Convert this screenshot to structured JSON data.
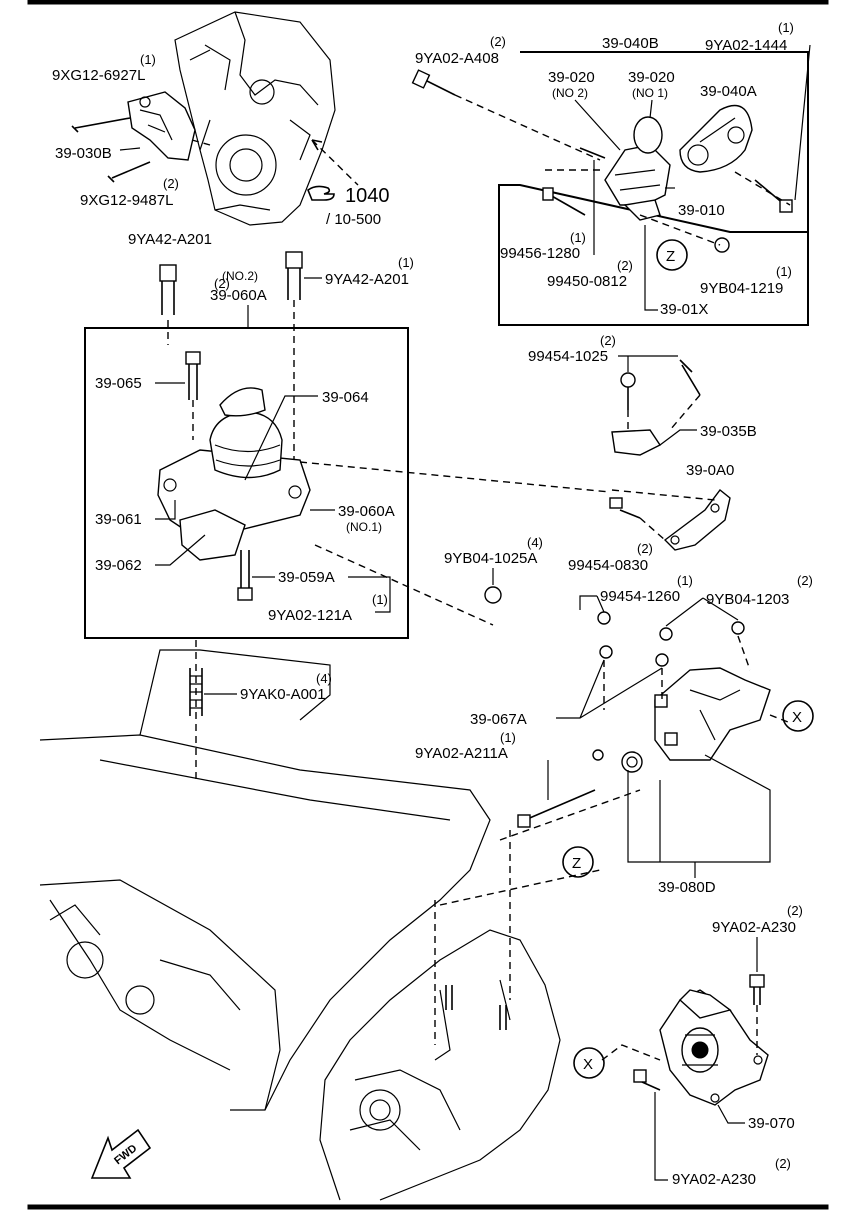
{
  "title": "",
  "callouts": {
    "c_9xg12_6927l": {
      "code": "9XG12-6927L",
      "qty": "(1)"
    },
    "c_39_030b": {
      "code": "39-030B"
    },
    "c_9xg12_9487l": {
      "code": "9XG12-9487L",
      "qty": "(2)"
    },
    "c_ref_1040": {
      "code": "1040",
      "ref": "/ 10-500"
    },
    "c_9ya02_a408": {
      "code": "9YA02-A408",
      "qty": "(2)"
    },
    "c_39_040b": {
      "code": "39-040B"
    },
    "c_9ya02_1444": {
      "code": "9YA02-1444",
      "qty": "(1)"
    },
    "c_39_020_no2": {
      "code": "39-020",
      "sub": "(NO 2)"
    },
    "c_39_020_no1": {
      "code": "39-020",
      "sub": "(NO 1)"
    },
    "c_39_040a": {
      "code": "39-040A"
    },
    "c_39_010": {
      "code": "39-010"
    },
    "c_99456_1280": {
      "code": "99456-1280",
      "qty": "(1)"
    },
    "c_99450_0812": {
      "code": "99450-0812",
      "qty": "(2)"
    },
    "c_9yb04_1219": {
      "code": "9YB04-1219",
      "qty": "(1)"
    },
    "c_39_01x": {
      "code": "39-01X"
    },
    "c_9ya42_a201_left": {
      "code": "9YA42-A201",
      "qty": "(2)"
    },
    "c_39_060a_no2": {
      "code": "39-060A",
      "sub": "(NO.2)"
    },
    "c_9ya42_a201_right": {
      "code": "9YA42-A201",
      "qty": "(1)"
    },
    "c_39_065": {
      "code": "39-065"
    },
    "c_39_064": {
      "code": "39-064"
    },
    "c_39_061": {
      "code": "39-061"
    },
    "c_39_060a_no1": {
      "code": "39-060A",
      "sub": "(NO.1)"
    },
    "c_39_062": {
      "code": "39-062"
    },
    "c_39_059a": {
      "code": "39-059A"
    },
    "c_9ya02_121a": {
      "code": "9YA02-121A",
      "qty": "(1)"
    },
    "c_99454_1025": {
      "code": "99454-1025",
      "qty": "(2)"
    },
    "c_39_035b": {
      "code": "39-035B"
    },
    "c_39_0a0": {
      "code": "39-0A0"
    },
    "c_99454_0830": {
      "code": "99454-0830",
      "qty": "(2)"
    },
    "c_9yb04_1025a": {
      "code": "9YB04-1025A",
      "qty": "(4)"
    },
    "c_99454_1260": {
      "code": "99454-1260",
      "qty": "(1)"
    },
    "c_9yb04_1203": {
      "code": "9YB04-1203",
      "qty": "(2)"
    },
    "c_9yak0_a001": {
      "code": "9YAK0-A001",
      "qty": "(4)"
    },
    "c_39_067a": {
      "code": "39-067A"
    },
    "c_9ya02_a211a": {
      "code": "9YA02-A211A",
      "qty": "(1)"
    },
    "c_39_080d": {
      "code": "39-080D"
    },
    "c_9ya02_a230_top": {
      "code": "9YA02-A230",
      "qty": "(2)"
    },
    "c_39_070": {
      "code": "39-070"
    },
    "c_9ya02_a230_bottom": {
      "code": "9YA02-A230",
      "qty": "(2)"
    }
  },
  "markers": {
    "z": "Z",
    "x": "X"
  },
  "fwd": "FWD"
}
